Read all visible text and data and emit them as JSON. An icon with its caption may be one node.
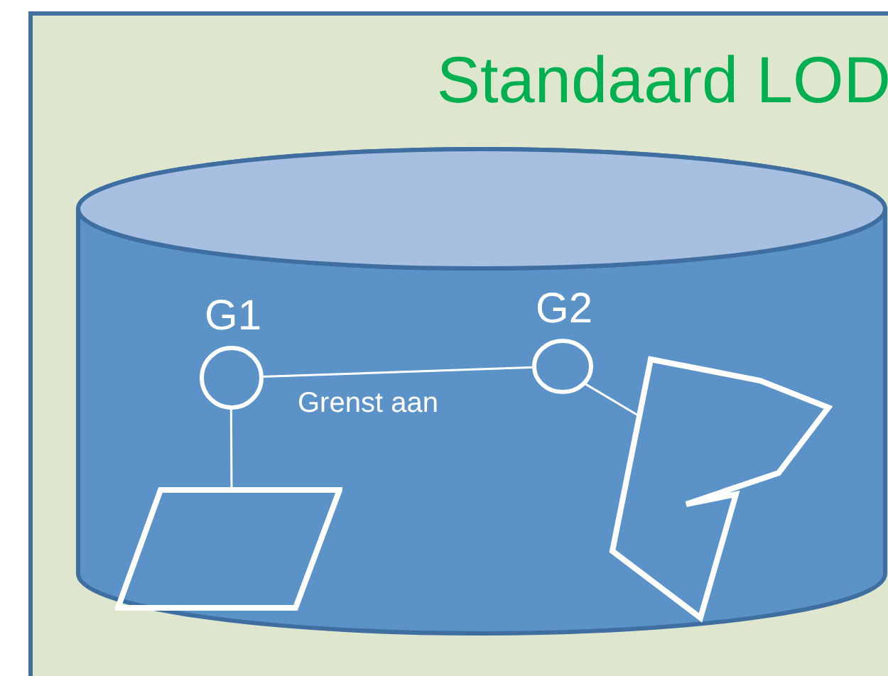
{
  "diagram": {
    "nodes": [
      {
        "text": [
          "Standaard LOD"
        ]
      },
      {
        "text": [],
        "shape": "cylinder",
        "in": 0
      },
      {
        "text": [
          "G1"
        ],
        "in": 1
      },
      {
        "text": [
          "G2"
        ],
        "in": 1
      },
      {
        "text": [],
        "shape": "parallelogram",
        "in": 1
      },
      {
        "text": [],
        "shape": "polygon",
        "in": 1
      }
    ],
    "edges": [
      {
        "from": 2,
        "to": 3,
        "arrow": "none",
        "label": "Grenst aan"
      },
      {
        "from": 2,
        "to": 4,
        "arrow": "none"
      },
      {
        "from": 3,
        "to": 5,
        "arrow": "none"
      }
    ]
  }
}
